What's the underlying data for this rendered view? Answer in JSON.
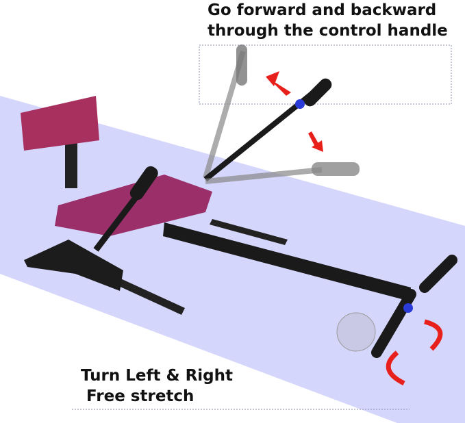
{
  "captions": {
    "top_line1": "Go forward and backward",
    "top_line2": "through the control handle",
    "bottom_line1": "Turn Left & Right",
    "bottom_line2": " Free stretch"
  },
  "colors": {
    "background_band": "#d5d6fb",
    "arrow": "#e8201c",
    "frame": "#1a1a1a",
    "seat_pattern": "#a8305f",
    "grip_accent": "#e0323a"
  }
}
